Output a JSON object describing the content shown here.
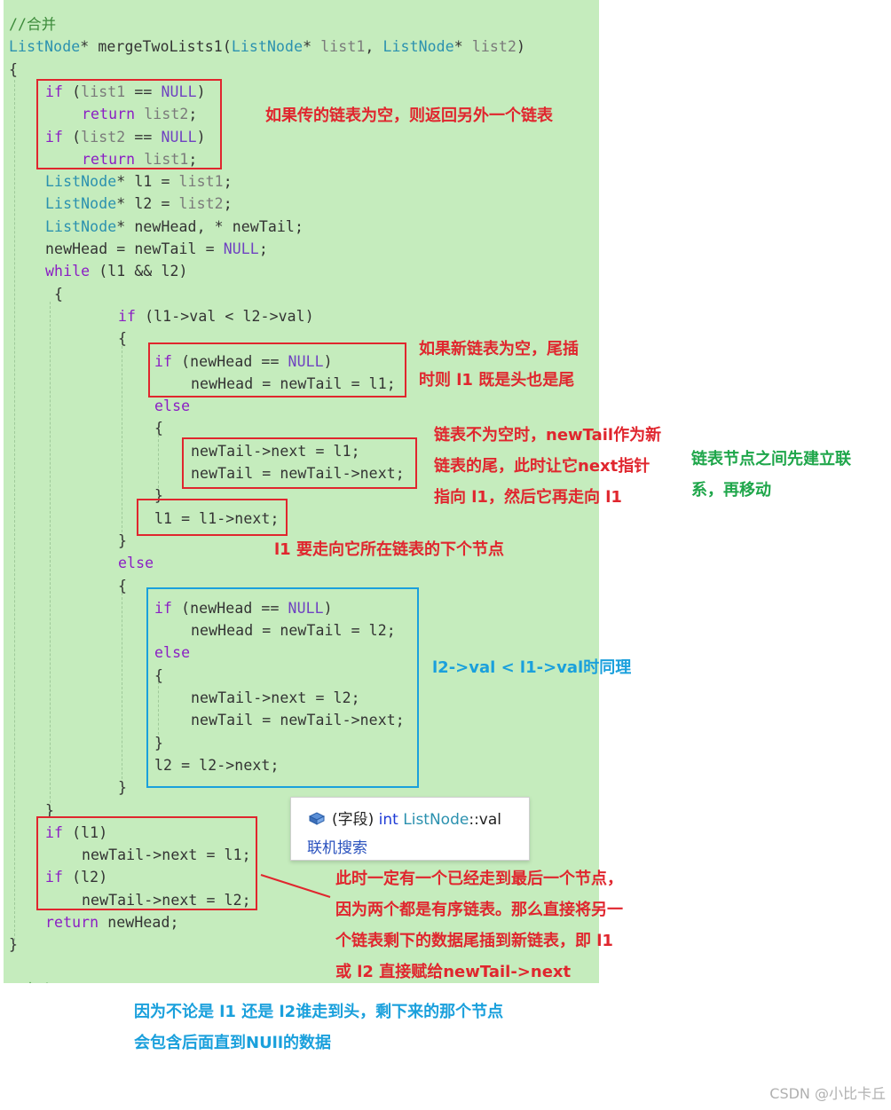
{
  "code": {
    "lines": [
      {
        "indent": 0,
        "tokens": [
          {
            "t": "//合并",
            "c": "cm"
          }
        ]
      },
      {
        "indent": 0,
        "tokens": [
          {
            "t": "ListNode",
            "c": "ty"
          },
          {
            "t": "* mergeTwoLists1(",
            "c": ""
          },
          {
            "t": "ListNode",
            "c": "ty"
          },
          {
            "t": "* ",
            "c": ""
          },
          {
            "t": "list1",
            "c": "pm"
          },
          {
            "t": ", ",
            "c": ""
          },
          {
            "t": "ListNode",
            "c": "ty"
          },
          {
            "t": "* ",
            "c": ""
          },
          {
            "t": "list2",
            "c": "pm"
          },
          {
            "t": ")",
            "c": ""
          }
        ]
      },
      {
        "indent": 0,
        "tokens": [
          {
            "t": "{",
            "c": ""
          }
        ]
      },
      {
        "indent": 1,
        "tokens": [
          {
            "t": "if",
            "c": "kw"
          },
          {
            "t": " (",
            "c": ""
          },
          {
            "t": "list1",
            "c": "pm"
          },
          {
            "t": " == ",
            "c": ""
          },
          {
            "t": "NULL",
            "c": "nl"
          },
          {
            "t": ")",
            "c": ""
          }
        ]
      },
      {
        "indent": 2,
        "tokens": [
          {
            "t": "return",
            "c": "kw"
          },
          {
            "t": " ",
            "c": ""
          },
          {
            "t": "list2",
            "c": "pm"
          },
          {
            "t": ";",
            "c": ""
          }
        ]
      },
      {
        "indent": 1,
        "tokens": [
          {
            "t": "if",
            "c": "kw"
          },
          {
            "t": " (",
            "c": ""
          },
          {
            "t": "list2",
            "c": "pm"
          },
          {
            "t": " == ",
            "c": ""
          },
          {
            "t": "NULL",
            "c": "nl"
          },
          {
            "t": ")",
            "c": ""
          }
        ]
      },
      {
        "indent": 2,
        "tokens": [
          {
            "t": "return",
            "c": "kw"
          },
          {
            "t": " ",
            "c": ""
          },
          {
            "t": "list1",
            "c": "pm"
          },
          {
            "t": ";",
            "c": ""
          }
        ]
      },
      {
        "indent": 1,
        "tokens": [
          {
            "t": "ListNode",
            "c": "ty"
          },
          {
            "t": "* l1 = ",
            "c": ""
          },
          {
            "t": "list1",
            "c": "pm"
          },
          {
            "t": ";",
            "c": ""
          }
        ]
      },
      {
        "indent": 1,
        "tokens": [
          {
            "t": "ListNode",
            "c": "ty"
          },
          {
            "t": "* l2 = ",
            "c": ""
          },
          {
            "t": "list2",
            "c": "pm"
          },
          {
            "t": ";",
            "c": ""
          }
        ]
      },
      {
        "indent": 1,
        "tokens": [
          {
            "t": "ListNode",
            "c": "ty"
          },
          {
            "t": "* newHead, * newTail;",
            "c": ""
          }
        ]
      },
      {
        "indent": 1,
        "tokens": [
          {
            "t": "newHead = newTail = ",
            "c": ""
          },
          {
            "t": "NULL",
            "c": "nl"
          },
          {
            "t": ";",
            "c": ""
          }
        ]
      },
      {
        "indent": 1,
        "tokens": [
          {
            "t": "while",
            "c": "kw"
          },
          {
            "t": " (l1 && l2)",
            "c": ""
          }
        ]
      },
      {
        "indent": 1,
        "tokens": [
          {
            "t": " {",
            "c": ""
          }
        ]
      },
      {
        "indent": 3,
        "tokens": [
          {
            "t": "if",
            "c": "kw"
          },
          {
            "t": " (l1->val < l2->val)",
            "c": ""
          }
        ]
      },
      {
        "indent": 3,
        "tokens": [
          {
            "t": "{",
            "c": ""
          }
        ]
      },
      {
        "indent": 4,
        "tokens": [
          {
            "t": "if",
            "c": "kw"
          },
          {
            "t": " (newHead == ",
            "c": ""
          },
          {
            "t": "NULL",
            "c": "nl"
          },
          {
            "t": ")",
            "c": ""
          }
        ]
      },
      {
        "indent": 5,
        "tokens": [
          {
            "t": "newHead = newTail = l1;",
            "c": ""
          }
        ]
      },
      {
        "indent": 4,
        "tokens": [
          {
            "t": "else",
            "c": "kw"
          }
        ]
      },
      {
        "indent": 4,
        "tokens": [
          {
            "t": "{",
            "c": ""
          }
        ]
      },
      {
        "indent": 5,
        "tokens": [
          {
            "t": "newTail->next = l1;",
            "c": ""
          }
        ]
      },
      {
        "indent": 5,
        "tokens": [
          {
            "t": "newTail = newTail->next;",
            "c": ""
          }
        ]
      },
      {
        "indent": 4,
        "tokens": [
          {
            "t": "}",
            "c": ""
          }
        ]
      },
      {
        "indent": 4,
        "tokens": [
          {
            "t": "l1 = l1->next;",
            "c": ""
          }
        ]
      },
      {
        "indent": 3,
        "tokens": [
          {
            "t": "}",
            "c": ""
          }
        ]
      },
      {
        "indent": 3,
        "tokens": [
          {
            "t": "else",
            "c": "kw"
          }
        ]
      },
      {
        "indent": 3,
        "tokens": [
          {
            "t": "{",
            "c": ""
          }
        ]
      },
      {
        "indent": 4,
        "tokens": [
          {
            "t": "if",
            "c": "kw"
          },
          {
            "t": " (newHead == ",
            "c": ""
          },
          {
            "t": "NULL",
            "c": "nl"
          },
          {
            "t": ")",
            "c": ""
          }
        ]
      },
      {
        "indent": 5,
        "tokens": [
          {
            "t": "newHead = newTail = l2;",
            "c": ""
          }
        ]
      },
      {
        "indent": 4,
        "tokens": [
          {
            "t": "else",
            "c": "kw"
          }
        ]
      },
      {
        "indent": 4,
        "tokens": [
          {
            "t": "{",
            "c": ""
          }
        ]
      },
      {
        "indent": 5,
        "tokens": [
          {
            "t": "newTail->next = l2;",
            "c": ""
          }
        ]
      },
      {
        "indent": 5,
        "tokens": [
          {
            "t": "newTail = newTail->next;",
            "c": ""
          }
        ]
      },
      {
        "indent": 4,
        "tokens": [
          {
            "t": "}",
            "c": ""
          }
        ]
      },
      {
        "indent": 4,
        "tokens": [
          {
            "t": "l2 = l2->next;",
            "c": ""
          }
        ]
      },
      {
        "indent": 3,
        "tokens": [
          {
            "t": "}",
            "c": ""
          }
        ]
      },
      {
        "indent": 1,
        "tokens": [
          {
            "t": "}",
            "c": ""
          }
        ]
      },
      {
        "indent": 1,
        "tokens": [
          {
            "t": "if",
            "c": "kw"
          },
          {
            "t": " (l1)",
            "c": ""
          }
        ]
      },
      {
        "indent": 2,
        "tokens": [
          {
            "t": "newTail->next = l1;",
            "c": ""
          }
        ]
      },
      {
        "indent": 1,
        "tokens": [
          {
            "t": "if",
            "c": "kw"
          },
          {
            "t": " (l2)",
            "c": ""
          }
        ]
      },
      {
        "indent": 2,
        "tokens": [
          {
            "t": "newTail->next = l2;",
            "c": ""
          }
        ]
      },
      {
        "indent": 1,
        "tokens": [
          {
            "t": "return",
            "c": "kw"
          },
          {
            "t": " newHead;",
            "c": ""
          }
        ]
      },
      {
        "indent": 0,
        "tokens": [
          {
            "t": "}",
            "c": ""
          }
        ]
      },
      {
        "indent": 0,
        "tokens": [
          {
            "t": "",
            "c": ""
          }
        ]
      },
      {
        "indent": 0,
        "tokens": [
          {
            "t": "//打印",
            "c": "cm"
          }
        ]
      }
    ]
  },
  "annotations": {
    "empty_list": "如果传的链表为空，则返回另外一个链表",
    "new_empty_1": "如果新链表为空，尾插",
    "new_empty_2": "时则 l1 既是头也是尾",
    "not_empty_1": "链表不为空时，newTail作为新",
    "not_empty_2": "链表的尾，此时让它next指针",
    "not_empty_3": "指向 l1，然后它再走向 l1",
    "link_first_1": "链表节点之间先建立联",
    "link_first_2": "系，再移动",
    "l1_next": "l1 要走向它所在链表的下个节点",
    "l2_same": "l2->val < l1->val时同理",
    "rest_1": "此时一定有一个已经走到最后一个节点，",
    "rest_2": "因为两个都是有序链表。那么直接将另一",
    "rest_3": "个链表剩下的数据尾插到新链表，即 l1",
    "rest_4": "或 l2 直接赋给newTail->next",
    "reason_1": "因为不论是 l1 还是 l2谁走到头，剩下来的那个节点",
    "reason_2": "会包含后面直到NUll的数据"
  },
  "tooltip": {
    "prefix": "(字段) ",
    "kw": "int",
    "type": "ListNode",
    "member": "::val",
    "link": "联机搜索"
  },
  "watermark": "CSDN @小比卡丘",
  "colors": {
    "editor_bg": "#c5ecbd",
    "red": "#e0262e",
    "blue": "#1aa0dc",
    "green": "#1ea64a"
  }
}
